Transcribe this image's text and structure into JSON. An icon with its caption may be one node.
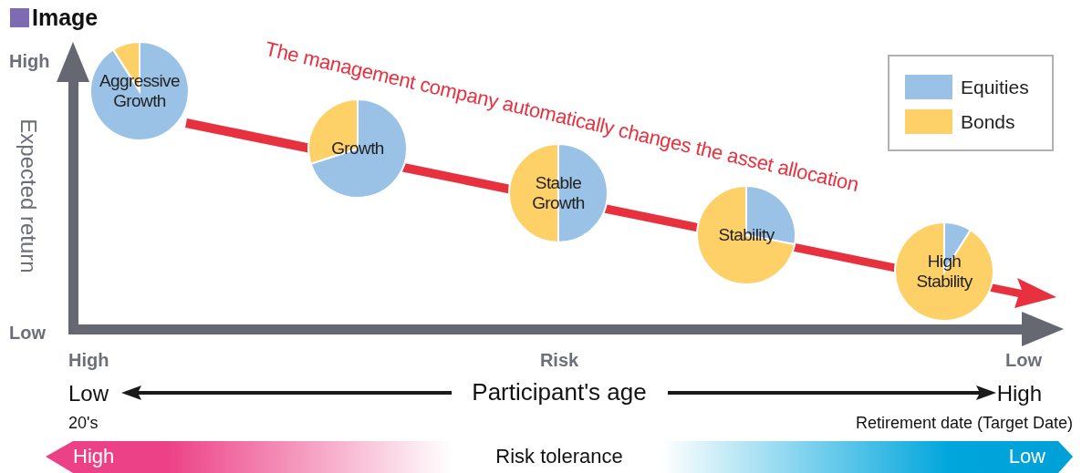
{
  "diagram": {
    "title": "Image",
    "nodes": [
      {
        "text": [
          "Aggressive Growth"
        ]
      },
      {
        "text": [
          "Growth"
        ]
      },
      {
        "text": [
          "Stable Growth"
        ]
      },
      {
        "text": [
          "Stability"
        ]
      },
      {
        "text": [
          "High Stability"
        ]
      }
    ],
    "labels": [
      "High",
      "Expected return",
      "Low",
      "The management company automatically changes the asset allocation",
      "High",
      "Risk",
      "Low",
      "Low",
      "Participant's age",
      "High",
      "20's",
      "Retirement date (Target Date)",
      "High",
      "Risk tolerance",
      "Low"
    ],
    "legend": [
      {
        "text": "Equities",
        "color": "#9ac2e6"
      },
      {
        "text": "Bonds",
        "color": "#fdd068"
      }
    ]
  }
}
